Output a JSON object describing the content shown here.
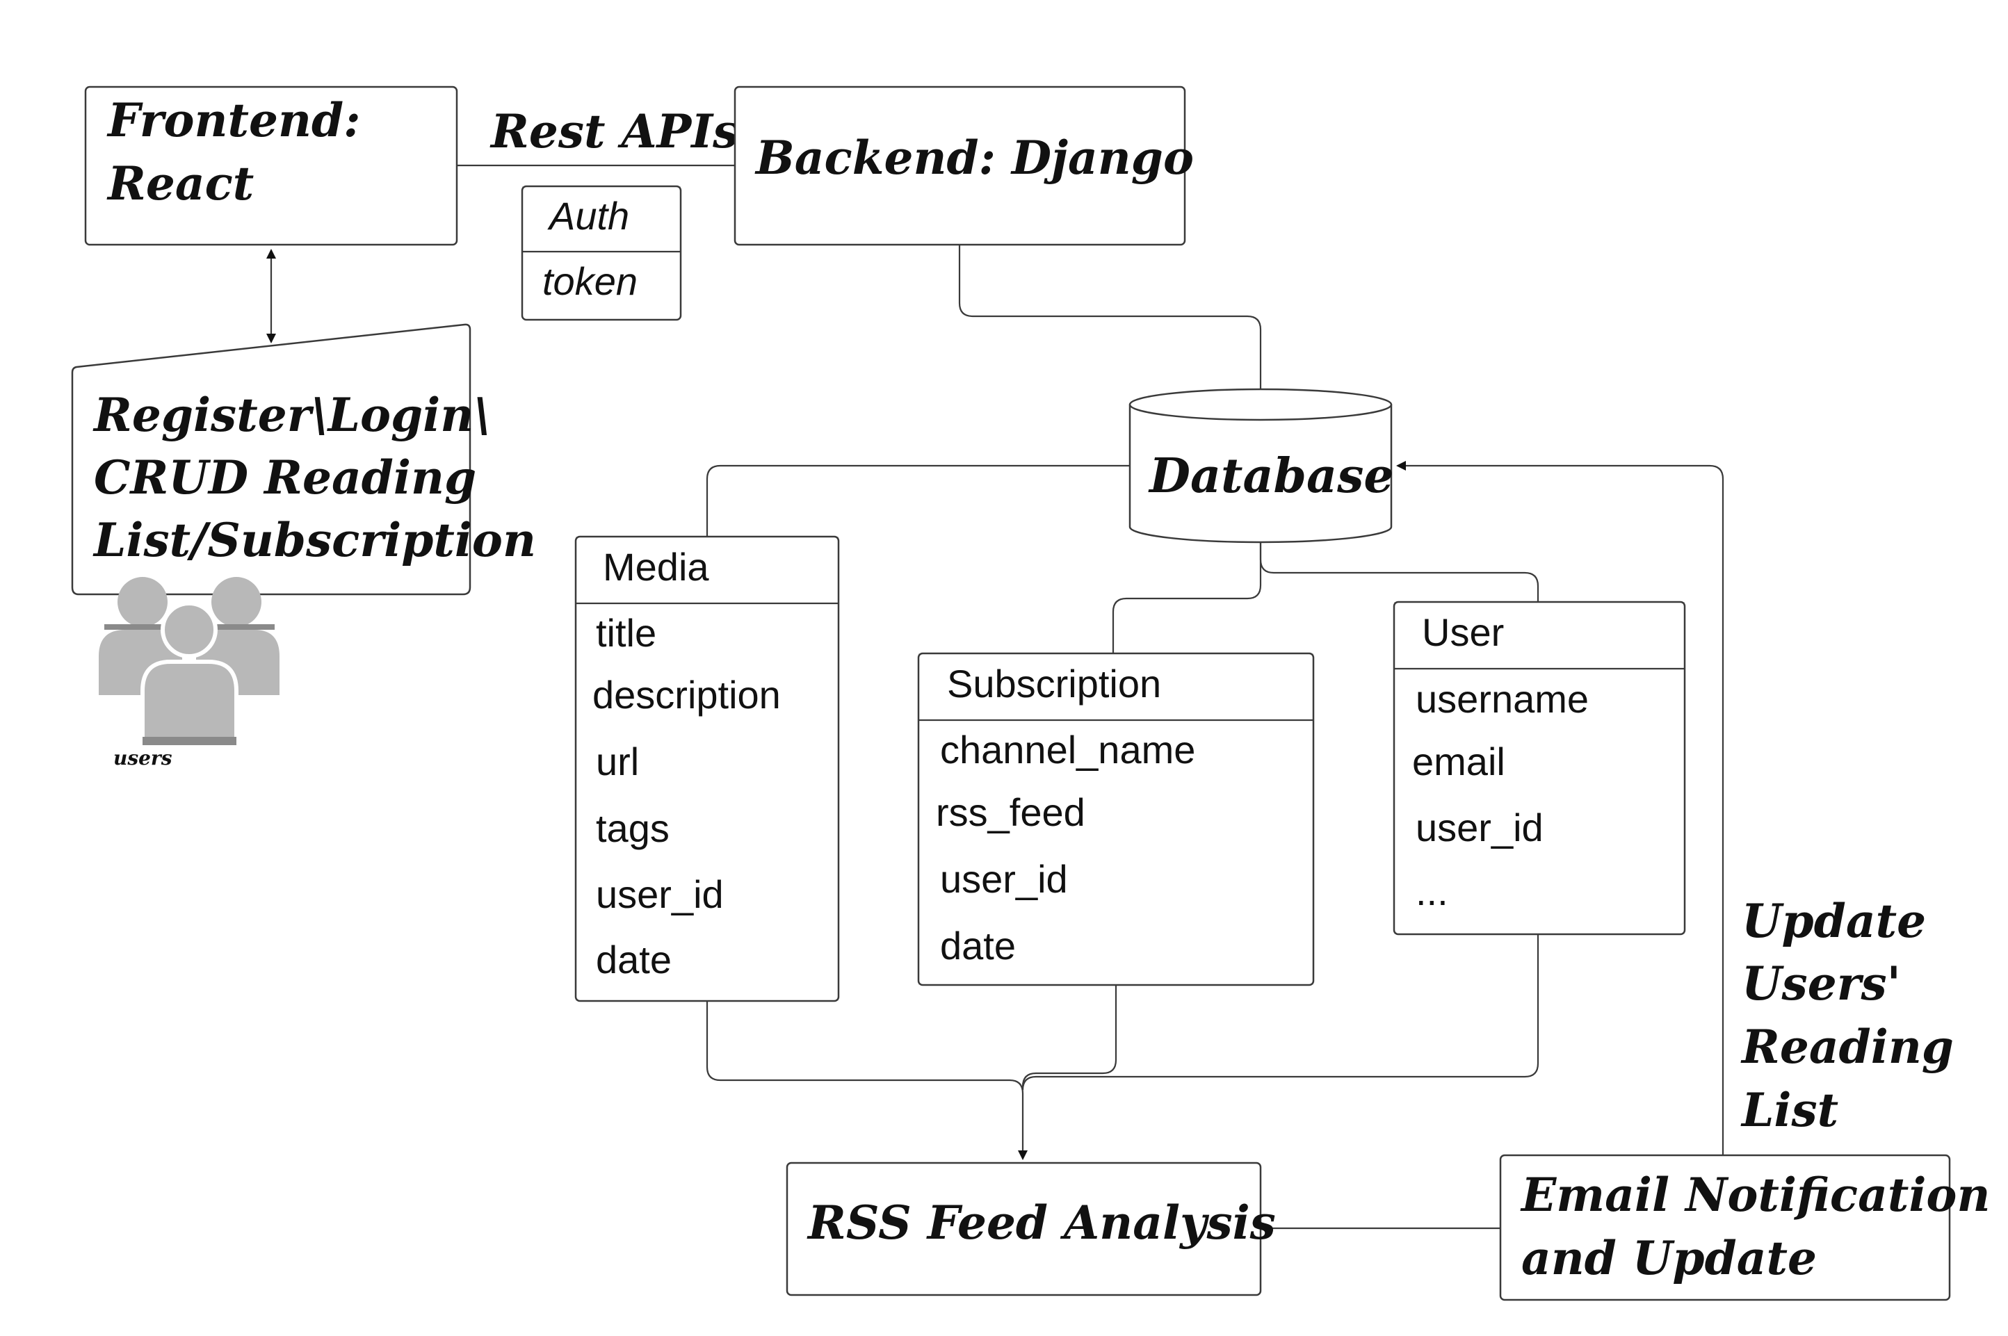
{
  "frontend": {
    "line1": "Frontend:",
    "line2": "React"
  },
  "rest_apis": "Rest APIs",
  "backend": "Backend: Django",
  "auth": {
    "header": "Auth",
    "row": "token"
  },
  "register": {
    "line1": "Register\\Login\\",
    "line2": "CRUD Reading",
    "line3": "List/Subscription"
  },
  "users_label": "users",
  "database": "Database",
  "media": {
    "header": "Media",
    "fields": [
      "title",
      "description",
      "url",
      "tags",
      "user_id",
      "date"
    ]
  },
  "subscription": {
    "header": "Subscription",
    "fields": [
      "channel_name",
      "rss_feed",
      "user_id",
      "date"
    ]
  },
  "user": {
    "header": "User",
    "fields": [
      "username",
      "email",
      "user_id",
      "..."
    ]
  },
  "rss_feed_analysis": "RSS Feed Analysis",
  "email": {
    "line1": "Email Notification",
    "line2": "and Update"
  },
  "update_note": {
    "line1": "Update",
    "line2": "Users'",
    "line3": "Reading",
    "line4": "List"
  },
  "colors": {
    "header_fill": "#cdcdcd",
    "shaded_row": "#e6e6e6",
    "icon_gray": "#b8b8b8",
    "icon_dark": "#8a8a8a",
    "stroke": "#3a3a3a"
  }
}
